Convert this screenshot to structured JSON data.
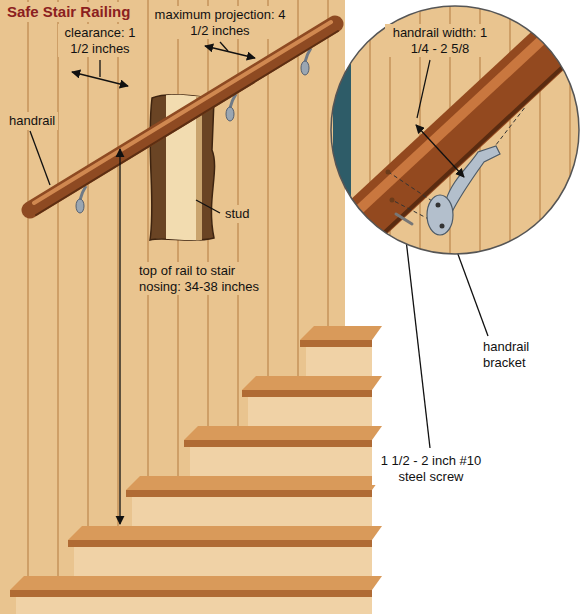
{
  "diagram": {
    "title": "Safe Stair Railing",
    "labels": [
      "clearance: 1 1/2 inches",
      "maximum projection: 4 1/2 inches",
      "handrail",
      "stud",
      "top of rail to stair nosing: 34-38 inches",
      "handrail width: 1 1/4 - 2 5/8",
      "handrail bracket",
      "1 1/2 - 2 inch #10 steel screw"
    ]
  }
}
